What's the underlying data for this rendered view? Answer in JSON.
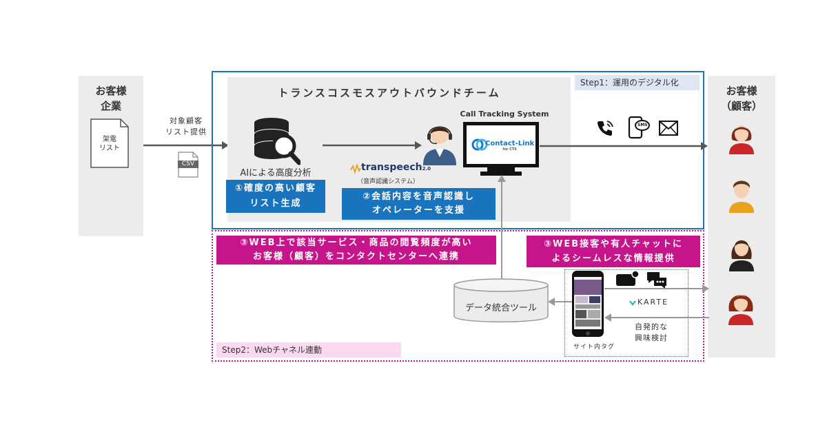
{
  "left_panel": {
    "title_line1": "お客様",
    "title_line2": "企業",
    "doc_line1": "架電",
    "doc_line2": "リスト",
    "arrow_label_line1": "対象顧客",
    "arrow_label_line2": "リスト提供",
    "csv": "CSV"
  },
  "team": {
    "title": "トランスコスモスアウトバウンドチーム",
    "step1": "Step1：運用のデジタル化",
    "ai_label": "AIによる高度分析",
    "box1_line1": "①確度の高い顧客",
    "box1_line2": "リスト生成",
    "transpeech": "transpeech",
    "transpeech_ver": "2.0",
    "transpeech_sub": "（音声認識システム）",
    "box2_line1": "②会話内容を音声認識し",
    "box2_line2": "オペレーターを支援",
    "cts_label": "Call Tracking System",
    "contact_link": "Contact-Link",
    "contact_link_sub": "for CTS",
    "sms": "SMS"
  },
  "right_panel": {
    "title_line1": "お客様",
    "title_line2": "（顧客）"
  },
  "web": {
    "box3a_line1": "③WEB上で該当サービス・商品の閲覧頻度が高い",
    "box3a_line2": "お客様（顧客）をコンタクトセンターへ連携",
    "box3b_line1": "③WEB接客や有人チャットに",
    "box3b_line2": "よるシームレスな情報提供",
    "db_label": "データ統合ツール",
    "karte": "KARTE",
    "jihatsu_line1": "自発的な",
    "jihatsu_line2": "興味検討",
    "site_tag": "サイト内タグ",
    "step2": "Step2：Webチャネル連動"
  },
  "colors": {
    "blue": "#1a74bd",
    "magenta": "#c6148a",
    "step2_bg": "#fbd9f1",
    "step1_bg": "#dde6f2"
  }
}
